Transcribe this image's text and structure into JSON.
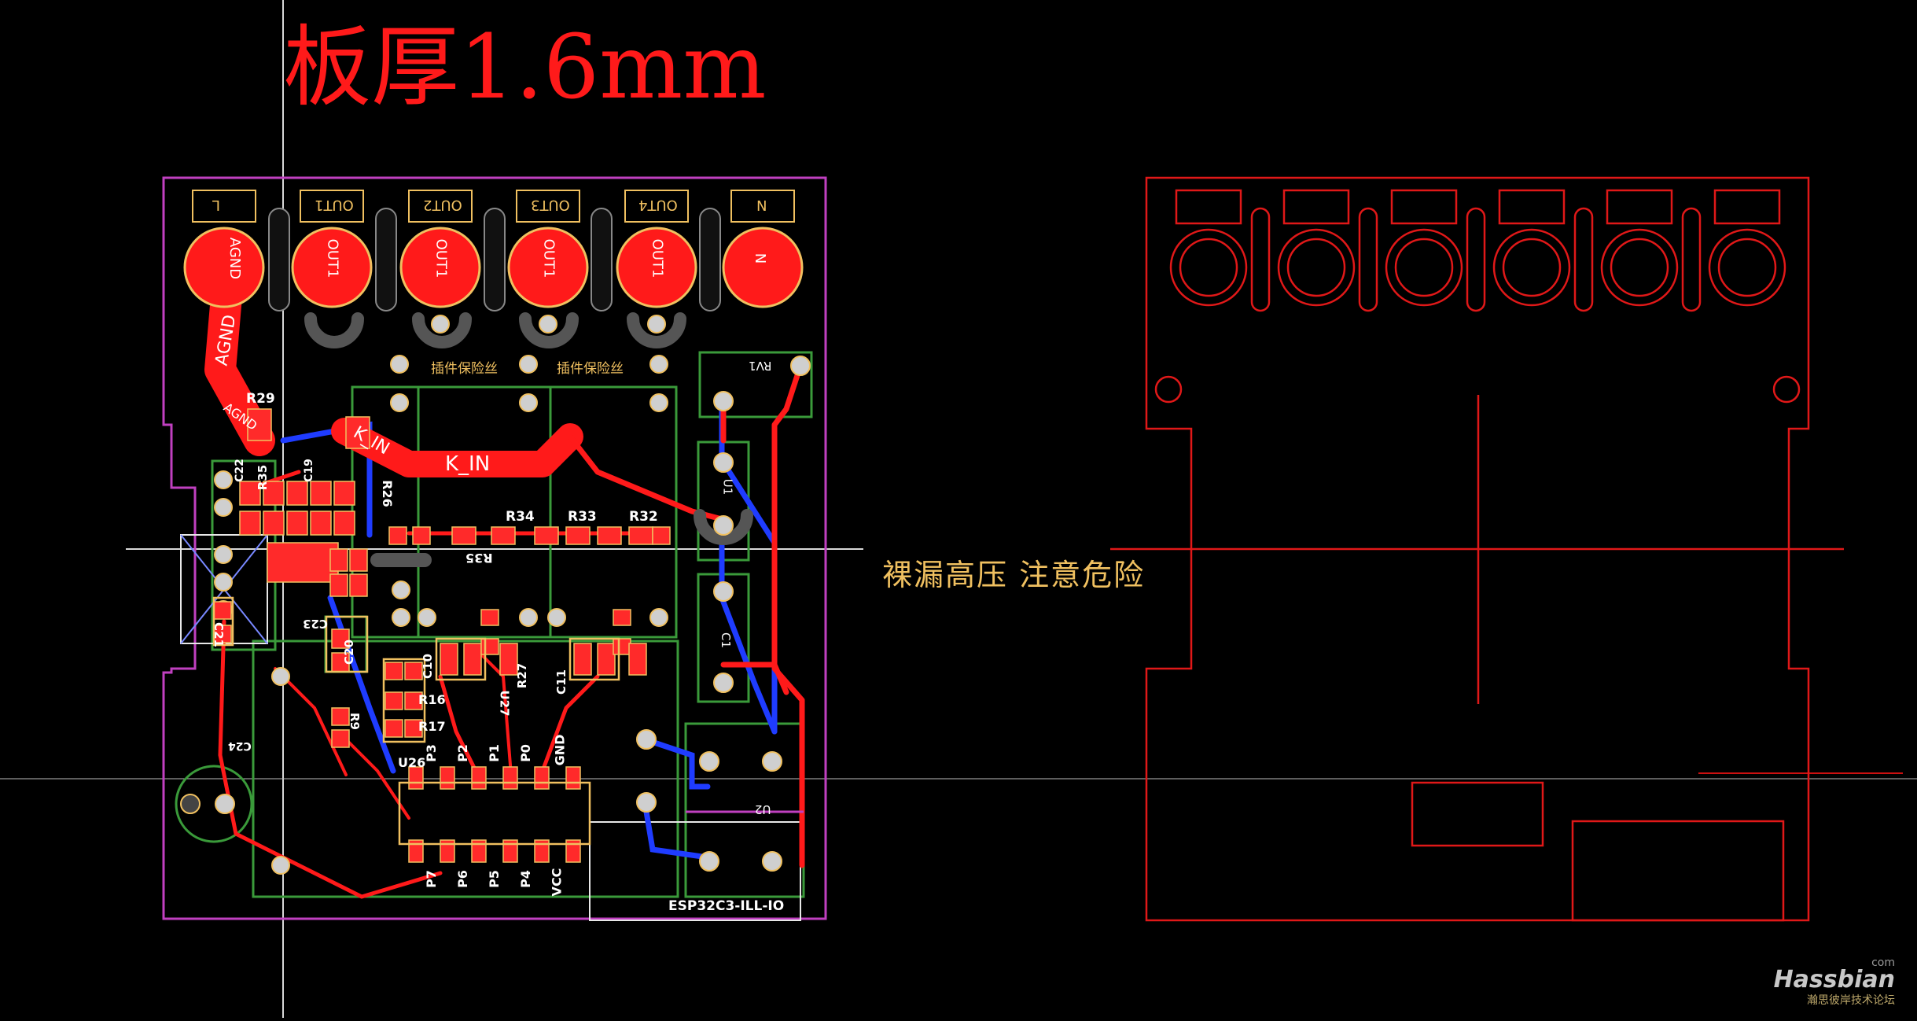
{
  "title": "板厚1.6mm",
  "warning": "裸漏高压  注意危险",
  "watermark": {
    "brand": "Hassbian",
    "domain": "com",
    "tagline": "瀚思彼岸技术论坛"
  },
  "colors": {
    "background": "#000000",
    "top_copper": "#ff1a1a",
    "bottom_copper": "#1f3cff",
    "board_outline": "#c040c0",
    "silkscreen": "#f0c060",
    "courtyard": "#3a9a3a",
    "keepout": "#e0e0e0",
    "ratsnest": "#7080ff"
  },
  "board": {
    "terminals": [
      {
        "label": "L",
        "pad": "AGND"
      },
      {
        "label": "OUT1",
        "pad": "OUT1"
      },
      {
        "label": "OUT2",
        "pad": "OUT1"
      },
      {
        "label": "OUT3",
        "pad": "OUT1"
      },
      {
        "label": "OUT4",
        "pad": "OUT1"
      },
      {
        "label": "N",
        "pad": "N"
      }
    ],
    "net_labels": [
      "AGND",
      "AGND",
      "K_IN",
      "K_IN"
    ],
    "silk_texts": [
      "插件保险丝",
      "插件保险丝"
    ],
    "refdes": [
      "R29",
      "R35",
      "R26",
      "R34",
      "R33",
      "R32",
      "R35",
      "C22",
      "C19",
      "C20",
      "C21",
      "C23",
      "R16",
      "R17",
      "C10",
      "C11",
      "R27",
      "U27",
      "R9",
      "U26",
      "C24",
      "RV1",
      "U1",
      "C1",
      "U2"
    ],
    "ic_pins_top": [
      "P3",
      "P2",
      "P1",
      "P0",
      "GND"
    ],
    "ic_pins_bottom": [
      "P7",
      "P6",
      "P5",
      "P4",
      "VCC"
    ],
    "module_name": "ESP32C3-ILL-IO"
  }
}
